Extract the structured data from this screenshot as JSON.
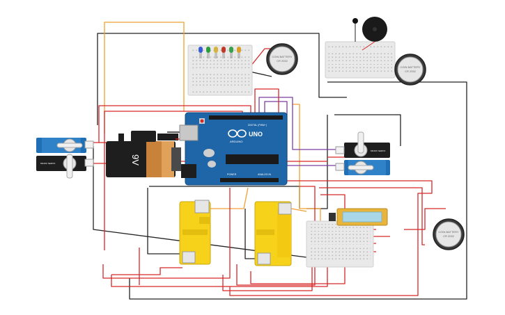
{
  "arduino": {
    "model": "UNO",
    "brand": "ARDUINO",
    "digital_label": "DIGITAL (PWM~)",
    "power_label": "POWER",
    "analog_label": "ANALOG IN"
  },
  "battery": {
    "voltage": "9V"
  },
  "coin_cells": [
    {
      "label": "COIN BATTERY",
      "spec": "CR 2032"
    },
    {
      "label": "COIN BATTERY",
      "spec": "CR 2032"
    },
    {
      "label": "COIN BATTERY",
      "spec": "CR 2032"
    }
  ],
  "servo_label": "MICRO SERVO",
  "colors": {
    "arduino_blue": "#1f66a8",
    "motor_yellow": "#f7d21a",
    "servo_blue": "#1e6fb5",
    "breadboard": "#e9e9e9",
    "wire_red": "#d62728",
    "wire_black": "#222222",
    "wire_orange": "#f0a030",
    "wire_purple": "#7a3fa0",
    "lcd_frame": "#e8b43a",
    "lcd_screen": "#a9d7e8"
  },
  "leds": [
    "#3a5bd8",
    "#2e9e3a",
    "#d8b23a",
    "#c03a2a",
    "#3aa04a",
    "#d8a02a"
  ]
}
